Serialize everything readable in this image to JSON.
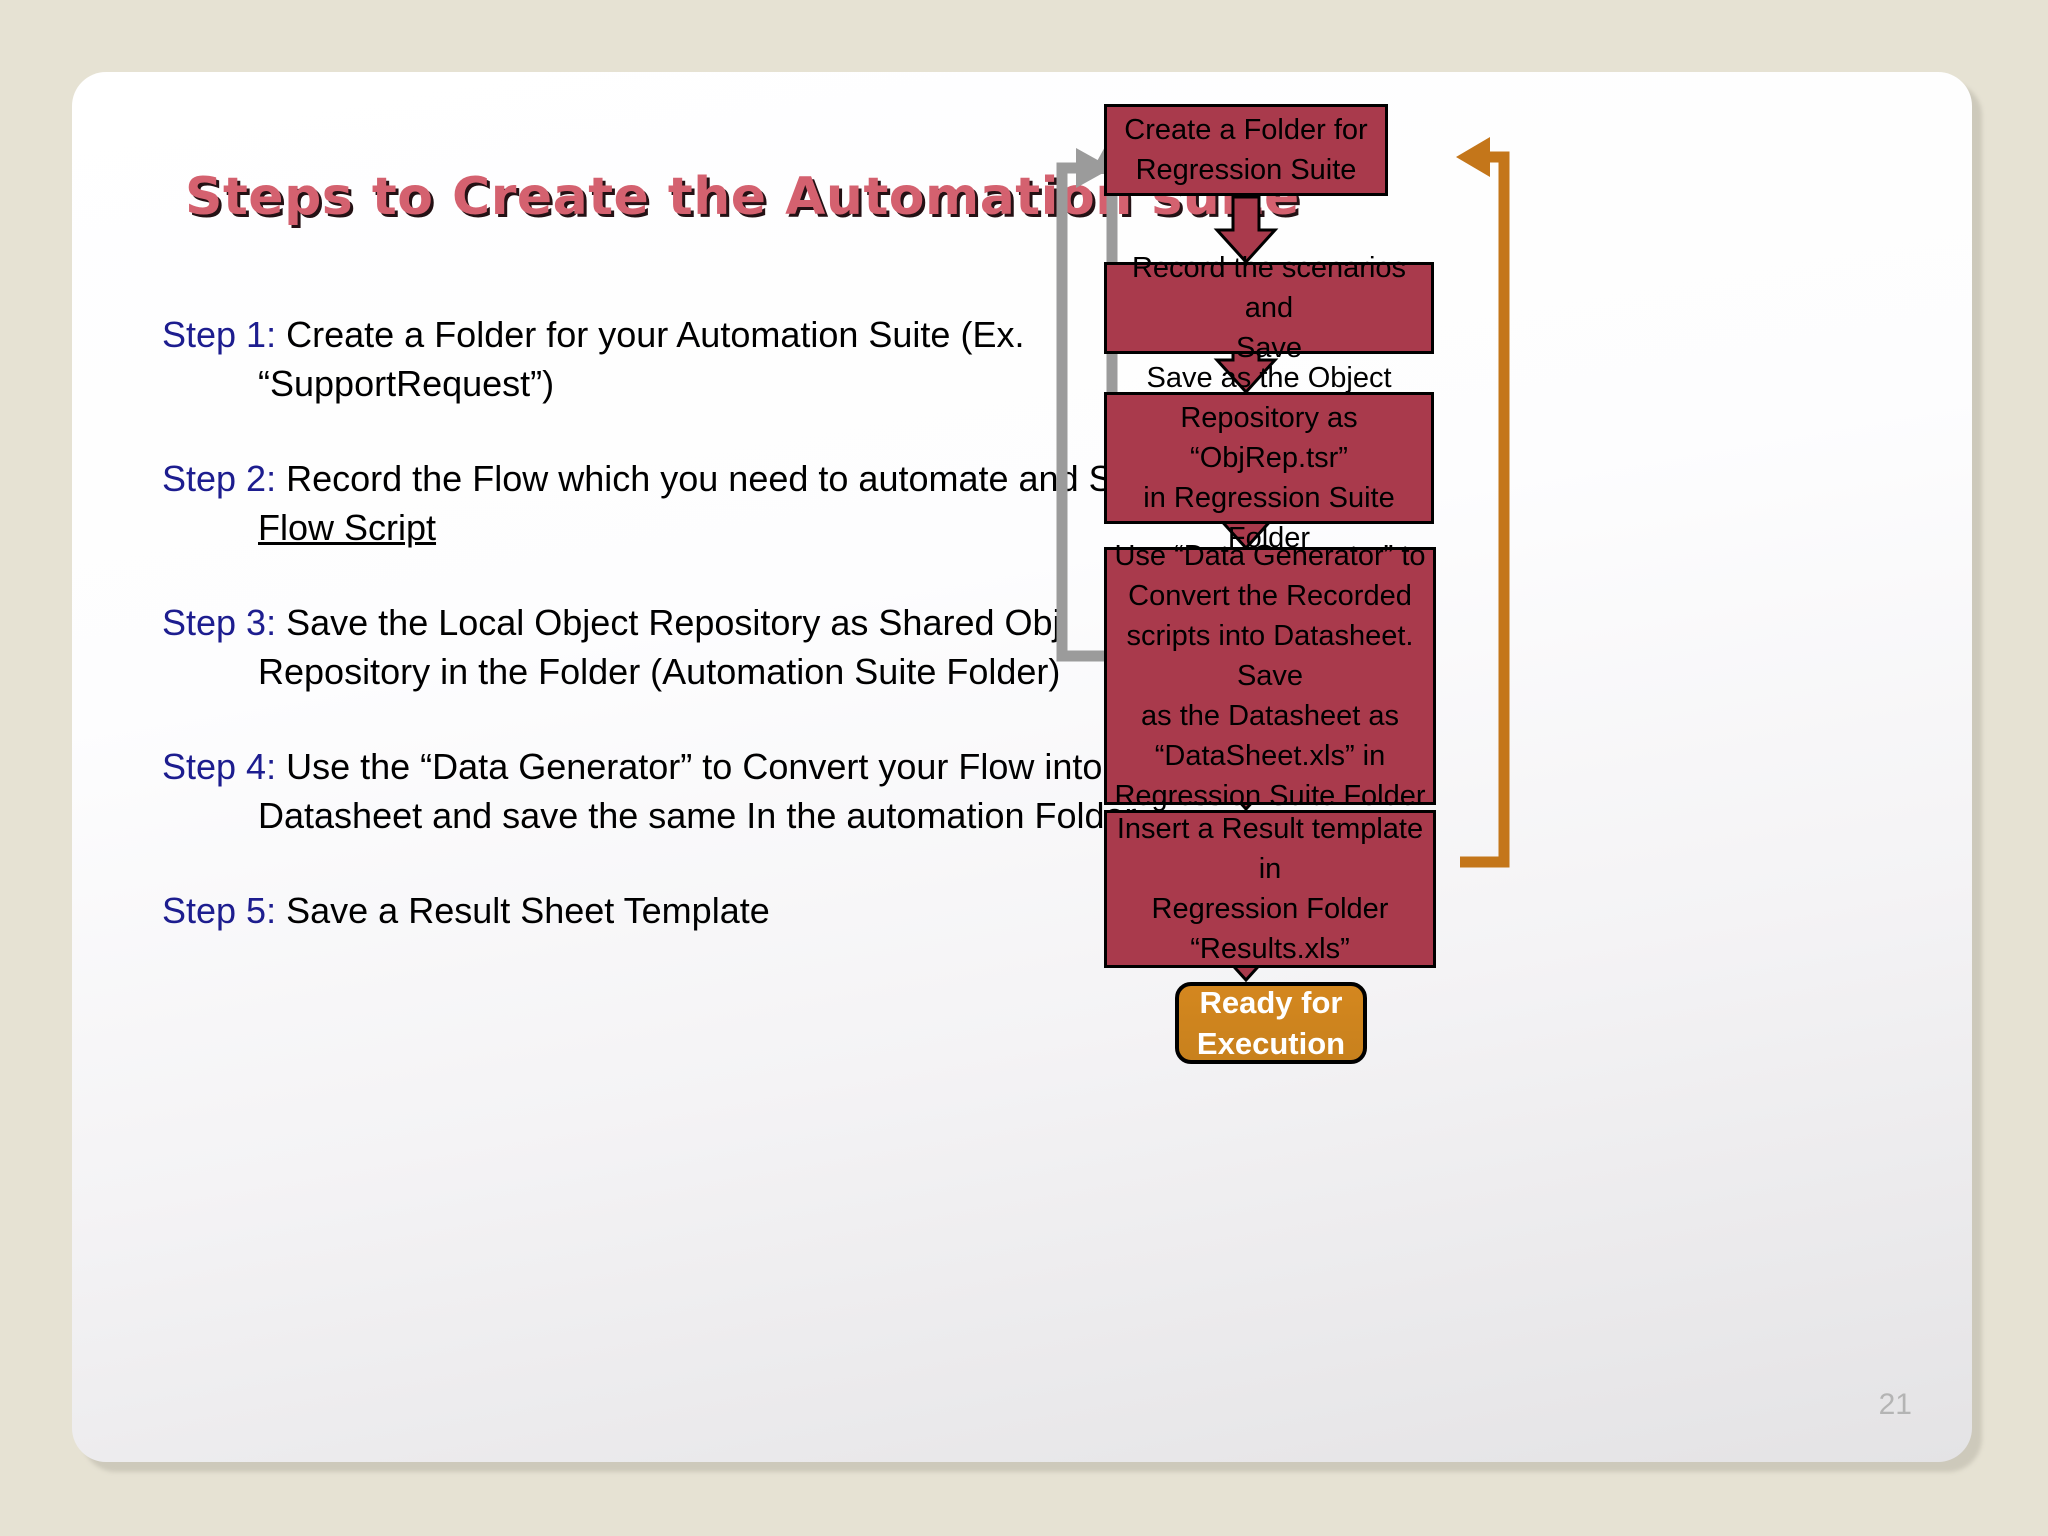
{
  "slide": {
    "title": "Steps to Create the Automation suite",
    "page_number": "21",
    "title_color": "#d4616f",
    "accent_box_color": "#a93a4c",
    "terminal_box_color": "#c8811d",
    "step_label_color": "#1d1d8f",
    "feedback_arrow_color": "#9b9b9b",
    "loop_arrow_color": "#c4761a",
    "background_color": "#e6e2d3"
  },
  "steps": [
    {
      "label": "Step 1:",
      "line1": "Create a Folder for your Automation Suite  (Ex.",
      "line2": "“SupportRequest”)",
      "underline2": ""
    },
    {
      "label": "Step 2:",
      "line1": "Record the Flow which you need to automate and Save the",
      "line2": "Flow Script",
      "underline2": "yes"
    },
    {
      "label": "Step 3:",
      "line1": "Save the Local Object Repository as Shared Obj.",
      "line2": "Repository in the Folder (Automation Suite Folder)",
      "underline2": ""
    },
    {
      "label": "Step 4:",
      "line1": "Use the “Data Generator” to Convert your Flow into",
      "line2": "Datasheet and save the same In the automation Folder",
      "underline2": ""
    },
    {
      "label": "Step 5:",
      "line1": "Save a Result Sheet Template",
      "line2": "",
      "underline2": ""
    }
  ],
  "flowchart": {
    "nodes": [
      {
        "id": "create-folder",
        "lines": [
          "Create a Folder for",
          "Regression Suite"
        ],
        "shape": "rect"
      },
      {
        "id": "record-scenarios",
        "lines": [
          "Record the scenarios and",
          "Save"
        ],
        "shape": "rect"
      },
      {
        "id": "save-object-repository",
        "lines": [
          "Save as the Object",
          "Repository as “ObjRep.tsr”",
          "in Regression Suite Folder"
        ],
        "shape": "rect"
      },
      {
        "id": "data-generator",
        "lines": [
          "Use “Data Generator” to",
          "Convert the Recorded",
          "scripts into Datasheet. Save",
          "as the Datasheet as",
          "“DataSheet.xls” in",
          "Regression Suite Folder"
        ],
        "shape": "rect"
      },
      {
        "id": "insert-result-template",
        "lines": [
          "Insert a Result template in",
          "Regression Folder",
          "",
          "“Results.xls”"
        ],
        "shape": "rect"
      },
      {
        "id": "ready-for-execution",
        "lines": [
          "Ready for",
          "Execution"
        ],
        "shape": "rounded-rect"
      }
    ],
    "connectors": [
      {
        "id": "arrow-1",
        "from": "create-folder",
        "to": "record-scenarios",
        "style": "red-down"
      },
      {
        "id": "arrow-2",
        "from": "record-scenarios",
        "to": "save-object-repository",
        "style": "red-down"
      },
      {
        "id": "arrow-3",
        "from": "save-object-repository",
        "to": "data-generator",
        "style": "red-down"
      },
      {
        "id": "arrow-4",
        "from": "data-generator",
        "to": "insert-result-template",
        "style": "red-down"
      },
      {
        "id": "arrow-5",
        "from": "insert-result-template",
        "to": "ready-for-execution",
        "style": "red-down"
      },
      {
        "id": "feedback-short",
        "from": "save-object-repository",
        "to": "create-folder",
        "style": "gray-up"
      },
      {
        "id": "feedback-long",
        "from": "data-generator",
        "to": "create-folder",
        "style": "gray-loop-left"
      },
      {
        "id": "loop-back",
        "from": "insert-result-template",
        "to": "create-folder",
        "style": "orange-loop-right"
      }
    ]
  }
}
